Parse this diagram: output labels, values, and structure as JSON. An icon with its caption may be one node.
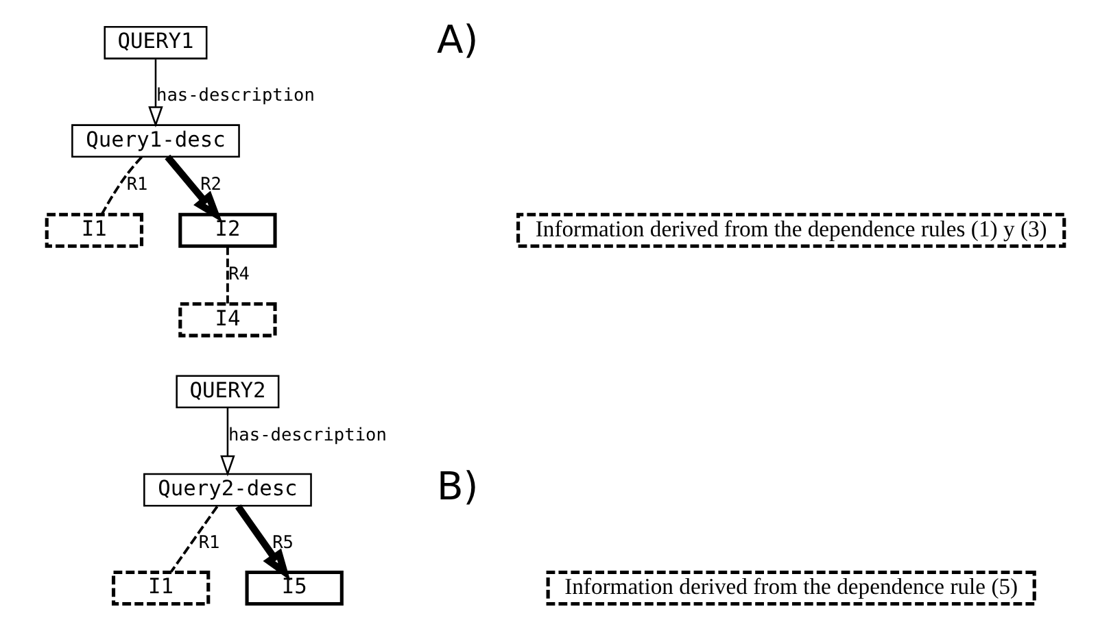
{
  "diagram": {
    "nodes": [
      {
        "text": [
          "QUERY1"
        ]
      },
      {
        "text": [
          "Query1-desc"
        ]
      },
      {
        "text": [
          "I1"
        ]
      },
      {
        "text": [
          "I2"
        ]
      },
      {
        "text": [
          "I4"
        ]
      },
      {
        "text": [
          "QUERY2"
        ]
      },
      {
        "text": [
          "Query2-desc"
        ]
      },
      {
        "text": [
          "I1"
        ]
      },
      {
        "text": [
          "I5"
        ]
      }
    ],
    "edges": [
      {
        "from": 0,
        "to": 1,
        "arrow": "to",
        "label": "has-description"
      },
      {
        "from": 1,
        "to": 2,
        "arrow": "none",
        "label": "R1",
        "style": "dashed"
      },
      {
        "from": 1,
        "to": 3,
        "arrow": "to",
        "label": "R2",
        "style": "thick"
      },
      {
        "from": 3,
        "to": 4,
        "arrow": "none",
        "label": "R4",
        "style": "dashed"
      },
      {
        "from": 5,
        "to": 6,
        "arrow": "to",
        "label": "has-description"
      },
      {
        "from": 6,
        "to": 7,
        "arrow": "none",
        "label": "R1",
        "style": "dashed"
      },
      {
        "from": 6,
        "to": 8,
        "arrow": "to",
        "label": "R5",
        "style": "thick"
      }
    ],
    "labels": [
      "A)",
      "B)"
    ],
    "legend": [
      {
        "text": "Information derived from the dependence rules (1) y (3)"
      },
      {
        "text": "Information derived from the dependence rule (5)"
      }
    ]
  }
}
